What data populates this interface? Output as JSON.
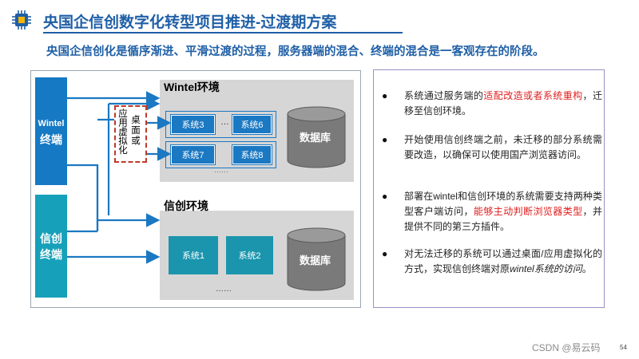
{
  "header": {
    "title": "央国企信创数字化转型项目推进-过渡期方案",
    "subtitle": "央国企信创化是循序渐进、平滑过渡的过程，服务器端的混合、终端的混合是一客观存在的阶段。"
  },
  "diagram": {
    "wintel_terminal": {
      "line1": "Wintel",
      "line2": "终端"
    },
    "xc_terminal": {
      "line1": "信创",
      "line2": "终端"
    },
    "virtualization_label": "应用虚拟化",
    "desktop_label_chars": [
      "桌",
      "面",
      "或"
    ],
    "wintel_env": {
      "title": "Wintel环境",
      "systems": [
        "系统3",
        "系统6",
        "系统7",
        "系统8"
      ],
      "ellipsis_mid": "…",
      "ellipsis_bottom": "……",
      "database": "数据库"
    },
    "xc_env": {
      "title": "信创环境",
      "systems": [
        "系统1",
        "系统2"
      ],
      "ellipsis_bottom": "……",
      "database": "数据库"
    }
  },
  "bullets": [
    {
      "parts": [
        {
          "t": "系统通过服务端的"
        },
        {
          "t": "适配改造或者系统重构",
          "c": "red"
        },
        {
          "t": "，迁移至信创环境。"
        }
      ]
    },
    {
      "parts": [
        {
          "t": "开始使用信创终端之前，未迁移的部分系统需要改造，以确保可以使用国产浏览器访问。"
        }
      ]
    },
    {
      "parts": [
        {
          "t": "部署在wintel和信创环境的系统需要支持两种类型客户端访问，"
        },
        {
          "t": "能够主动判断浏览器类型",
          "c": "red"
        },
        {
          "t": "，并提供不同的第三方插件。"
        }
      ]
    },
    {
      "parts": [
        {
          "t": "对无法迁移的系统可以通过桌面/应用虚拟化的方式，实现信创终端对原"
        },
        {
          "t": "wintel系统的访问",
          "c": "it"
        },
        {
          "t": "。"
        }
      ]
    }
  ],
  "bullet_symbol": "●",
  "watermark": "CSDN @易云码",
  "page_number": "54",
  "colors": {
    "title_blue": "#1f5fa6",
    "wintel_blue": "#1679c4",
    "xc_teal": "#17a0b9",
    "accent_red": "#e02020",
    "env_gray": "#d6d6d6"
  }
}
